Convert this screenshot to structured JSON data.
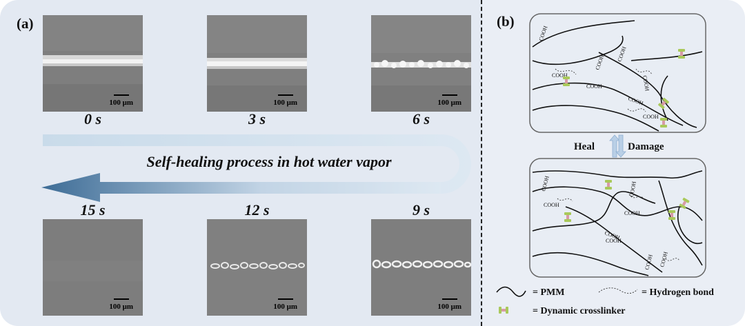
{
  "panel_a": {
    "label": "(a)",
    "caption": "Self-healing process in hot water vapor",
    "scale_text": "100 μm",
    "images": [
      {
        "time": "0 s"
      },
      {
        "time": "3 s"
      },
      {
        "time": "6 s"
      },
      {
        "time": "15 s"
      },
      {
        "time": "12 s"
      },
      {
        "time": "9 s"
      }
    ]
  },
  "panel_b": {
    "label": "(b)",
    "heal": "Heal",
    "damage": "Damage",
    "group": "COOH",
    "legend": {
      "pmm": "= PMM",
      "hbond": "= Hydrogen bond",
      "crosslinker": "= Dynamic crosslinker"
    }
  },
  "colors": {
    "background_a": "#e3e9f2",
    "arrow_light": "#dde8f2",
    "arrow_dark": "#3d6c96",
    "crosslinker_green": "#a9c95a",
    "crosslinker_pink": "#d89aa6"
  }
}
